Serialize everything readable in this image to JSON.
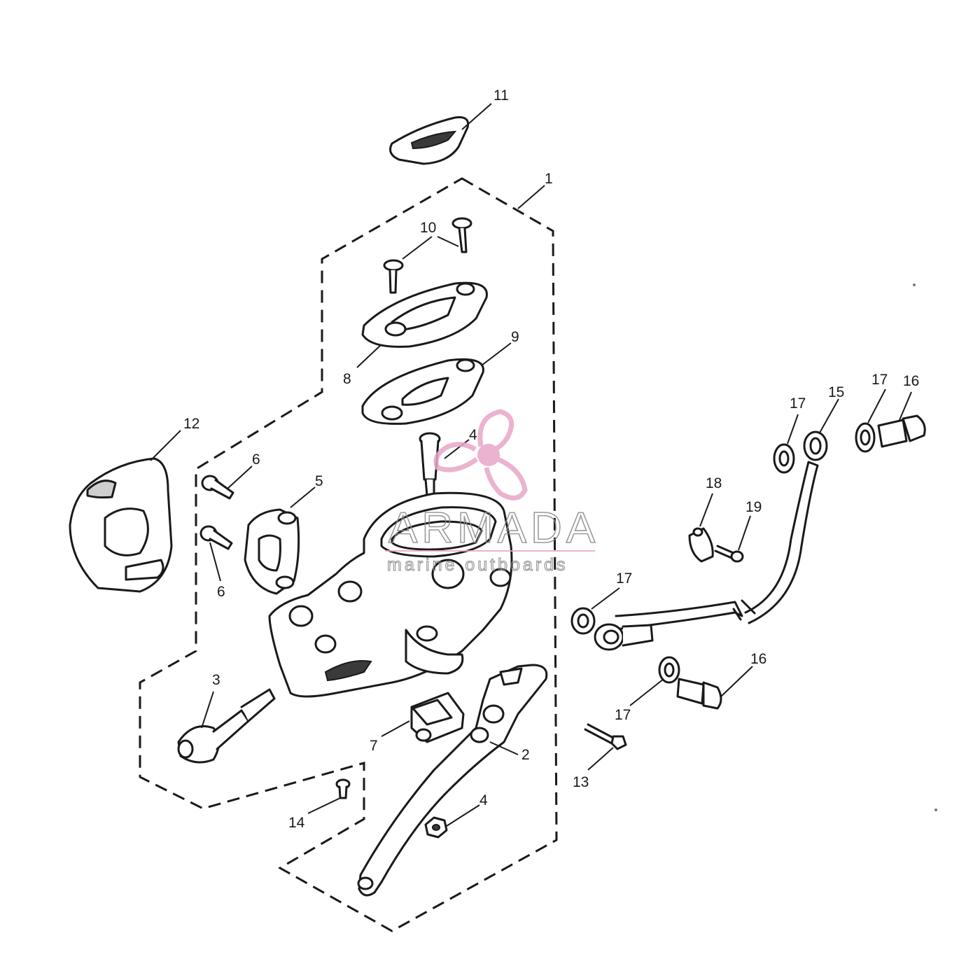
{
  "watermark": {
    "brand": "ARMADA",
    "tagline": "marine outboards",
    "accent_color": "#e8a6c8",
    "text_color": "#8a8a8a"
  },
  "callouts": {
    "c1": "1",
    "c2": "2",
    "c3": "3",
    "c4a": "4",
    "c4b": "4",
    "c5": "5",
    "c6a": "6",
    "c6b": "6",
    "c7": "7",
    "c8": "8",
    "c9": "9",
    "c10": "10",
    "c11": "11",
    "c12": "12",
    "c13": "13",
    "c14": "14",
    "c15": "15",
    "c16a": "16",
    "c16b": "16",
    "c17a": "17",
    "c17b": "17",
    "c17c": "17",
    "c17d": "17",
    "c18": "18",
    "c19": "19"
  }
}
